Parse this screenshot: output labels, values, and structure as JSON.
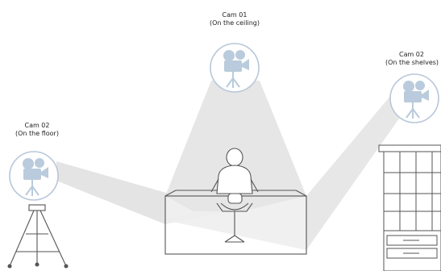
{
  "cameras": [
    {
      "id": "cam-top",
      "name": "Cam 01",
      "location": "(On the ceiling)"
    },
    {
      "id": "cam-left",
      "name": "Cam 02",
      "location": "(On the floor)"
    },
    {
      "id": "cam-right",
      "name": "Cam 02",
      "location": "(On the shelves)"
    }
  ],
  "colors": {
    "camera_circle_stroke": "#b7c7d9",
    "camera_body": "#b9cbdc",
    "view_cone": "#e8e8e8",
    "view_cone_overlap": "#d8d8d8",
    "line": "#555555"
  }
}
